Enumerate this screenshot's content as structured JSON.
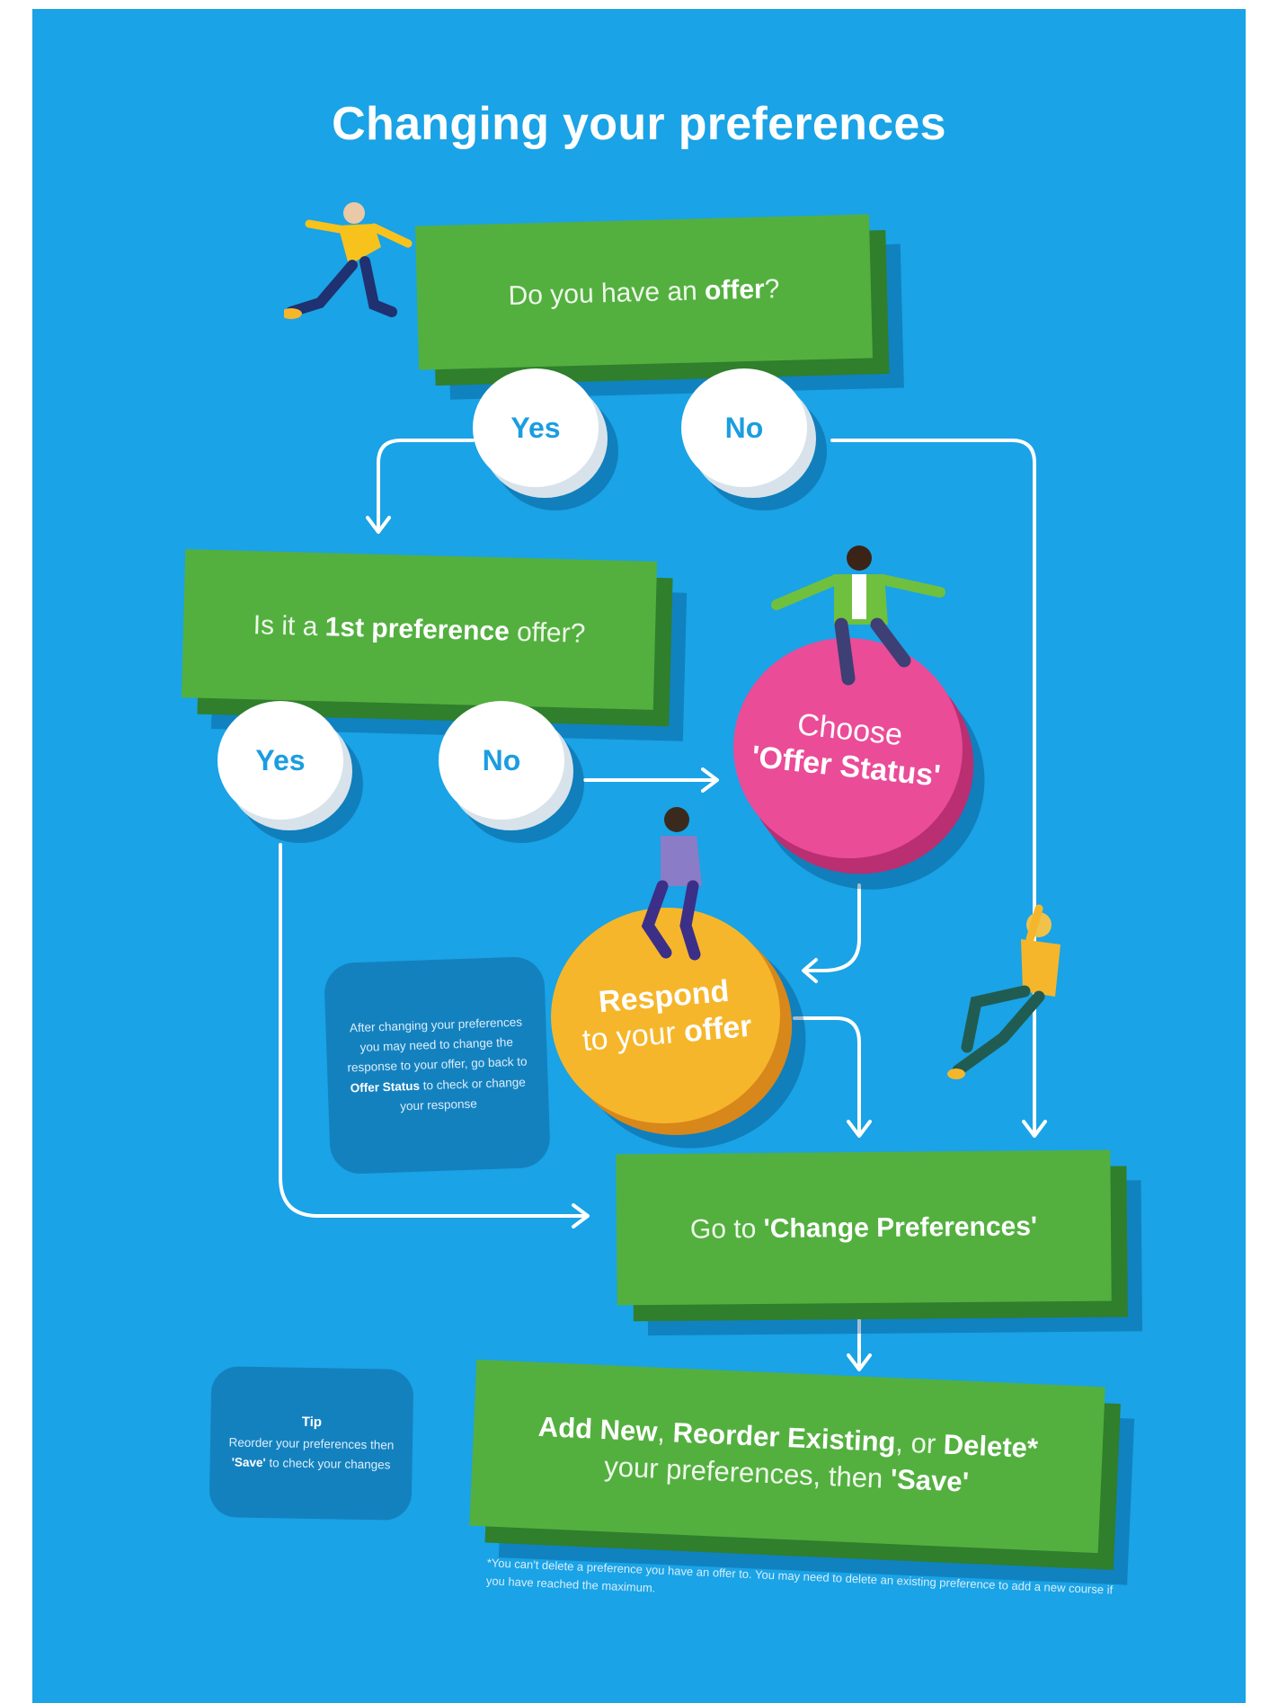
{
  "title": "Changing your preferences",
  "q1": {
    "pre": "Do you have an ",
    "bold": "offer",
    "post": "?"
  },
  "q1_yes": "Yes",
  "q1_no": "No",
  "q2": {
    "pre": "Is it a ",
    "bold": "1st preference",
    "post": " offer?"
  },
  "q2_yes": "Yes",
  "q2_no": "No",
  "choose": {
    "line1": "Choose",
    "line2": "'Offer Status'"
  },
  "respond": {
    "line1": "Respond",
    "line2_pre": "to your ",
    "line2_bold": "offer"
  },
  "note_after": {
    "pre": "After changing your preferences you may need to change the response to your offer, go back to ",
    "bold": "Offer Status",
    "post": " to check or change your response"
  },
  "goto": {
    "pre": "Go to ",
    "bold": "'Change Preferences'"
  },
  "final": {
    "b1": "Add New",
    "s1": ", ",
    "b2": "Reorder Existing",
    "s2": ", or ",
    "b3": "Delete*",
    "line2_pre": "your preferences, then ",
    "line2_bold": "'Save'"
  },
  "tip": {
    "heading": "Tip",
    "pre": "Reorder your preferences then ",
    "bold": "'Save'",
    "post": " to check your changes"
  },
  "footnote": "*You can't delete a preference you have an offer to. You may need to delete an existing preference to add a new course if you have reached the maximum.",
  "colors": {
    "background": "#1aa3e6",
    "block": "#53b03f",
    "pink": "#ea4c98",
    "yellow": "#f6b62b",
    "note": "#1481bf"
  }
}
